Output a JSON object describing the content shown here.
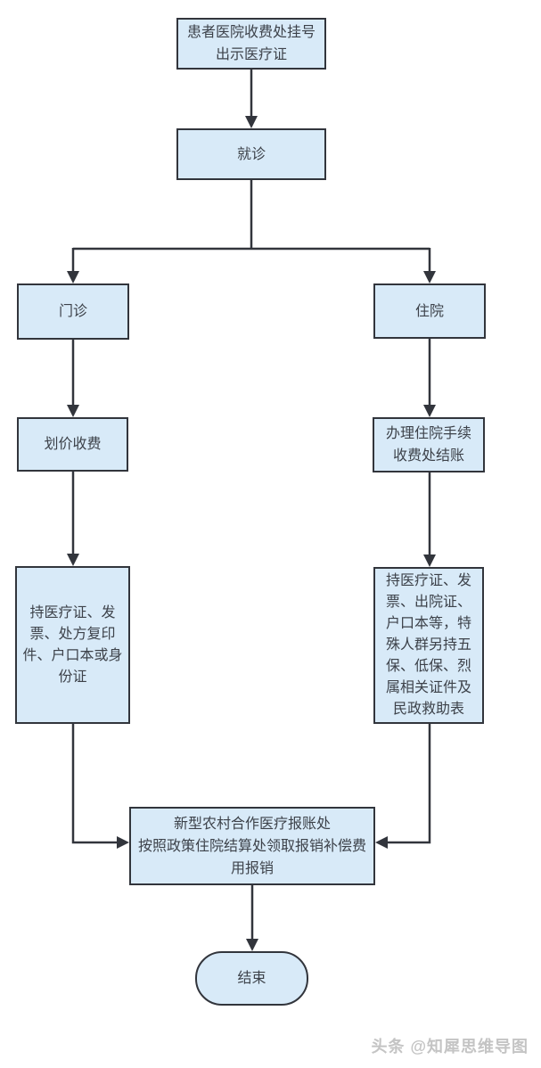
{
  "page": {
    "background": "#ffffff",
    "watermark": "头条 @知犀思维导图"
  },
  "colors": {
    "node_fill": "#d8eaf8",
    "node_border": "#32353c",
    "text": "#3d424a",
    "connector": "#32353c",
    "watermark": "#c4c4c4"
  },
  "flowchart": {
    "nodes": {
      "start": {
        "shape": "rect",
        "label": "患者医院收费处挂号\n出示医疗证"
      },
      "visit": {
        "shape": "rect",
        "label": "就诊"
      },
      "outpatient": {
        "shape": "rect",
        "label": "门诊"
      },
      "inpatient": {
        "shape": "rect",
        "label": "住院"
      },
      "pricing": {
        "shape": "rect",
        "label": "划价收费"
      },
      "admission": {
        "shape": "rect",
        "label": "办理住院手续\n收费处结账"
      },
      "outpatient_docs": {
        "shape": "rect",
        "label": "持医疗证、发\n票、处方复印\n件、户口本或身\n份证"
      },
      "inpatient_docs": {
        "shape": "rect",
        "label": "持医疗证、发\n票、出院证、\n户口本等，特\n殊人群另持五\n保、低保、烈\n属相关证件及\n民政救助表"
      },
      "reimbursement": {
        "shape": "rect",
        "label": "新型农村合作医疗报账处\n按照政策住院结算处领取报销补偿费\n用报销"
      },
      "end": {
        "shape": "stadium",
        "label": "结束"
      }
    },
    "edges": [
      {
        "from": "start",
        "to": "visit"
      },
      {
        "from": "visit",
        "to": "outpatient"
      },
      {
        "from": "visit",
        "to": "inpatient"
      },
      {
        "from": "outpatient",
        "to": "pricing"
      },
      {
        "from": "inpatient",
        "to": "admission"
      },
      {
        "from": "pricing",
        "to": "outpatient_docs"
      },
      {
        "from": "admission",
        "to": "inpatient_docs"
      },
      {
        "from": "outpatient_docs",
        "to": "reimbursement"
      },
      {
        "from": "inpatient_docs",
        "to": "reimbursement"
      },
      {
        "from": "reimbursement",
        "to": "end"
      }
    ]
  }
}
